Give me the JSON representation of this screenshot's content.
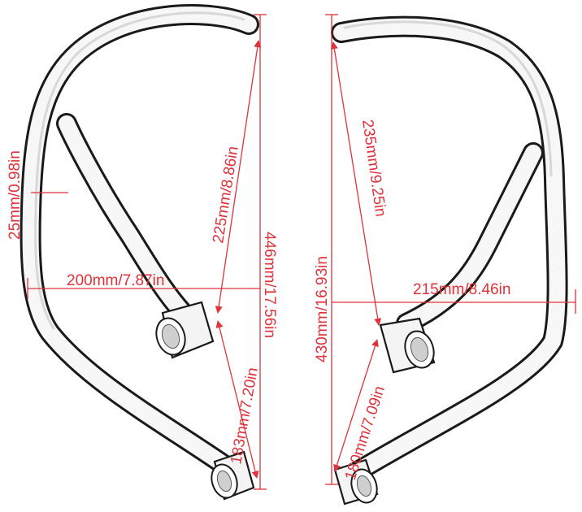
{
  "left_bar": {
    "dimensions": {
      "tube_diameter": "25mm/0.98in",
      "width": "200mm/7.87in",
      "diagonal_upper": "225mm/8.86in",
      "height": "446mm/17.56in",
      "diagonal_lower": "183mm/7.20in"
    }
  },
  "right_bar": {
    "dimensions": {
      "diagonal_upper": "235mm/9.25in",
      "height": "430mm/16.93in",
      "width": "215mm/8.46in",
      "diagonal_lower": "180mm/7.09in"
    }
  },
  "colors": {
    "dimension": "#e0323a",
    "outline": "#1a1a1a",
    "tube_fill": "#f7f7f7"
  }
}
